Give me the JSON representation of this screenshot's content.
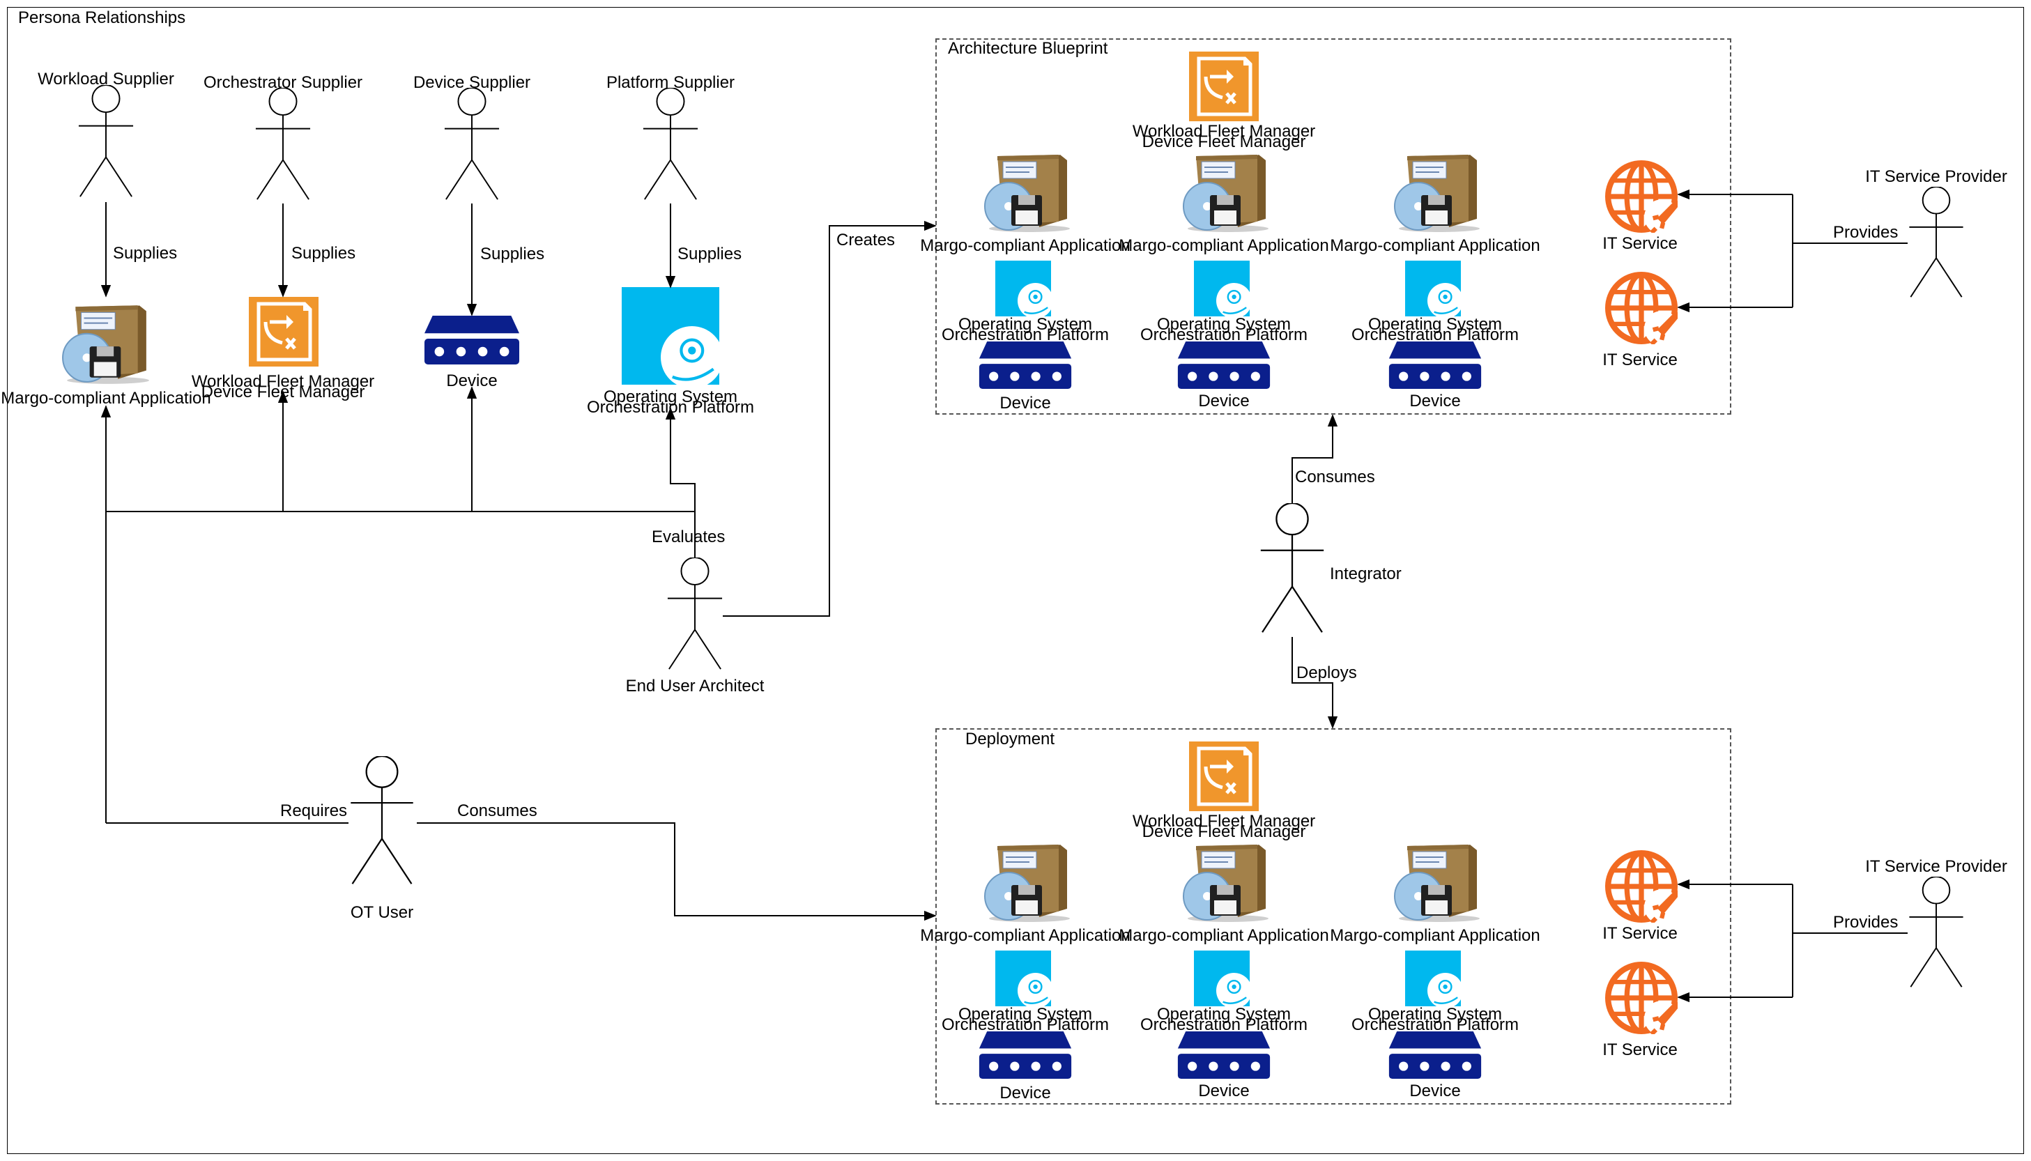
{
  "outer": {
    "title": "Persona Relationships"
  },
  "actors": {
    "workload_supplier": "Workload Supplier",
    "orchestrator_supplier": "Orchestrator Supplier",
    "device_supplier": "Device Supplier",
    "platform_supplier": "Platform Supplier",
    "end_user_architect": "End User Architect",
    "ot_user": "OT User",
    "integrator": "Integrator",
    "it_service_provider": "IT Service Provider"
  },
  "components": {
    "app": "Margo-compliant Application",
    "wfm_line1": "Workload Fleet Manager",
    "wfm_line2": "Device Fleet Manager",
    "device": "Device",
    "os_line1": "Operating System",
    "os_line2": "Orchestration Platform",
    "it_service": "IT Service"
  },
  "edges": {
    "supplies": "Supplies",
    "evaluates": "Evaluates",
    "creates": "Creates",
    "consumes": "Consumes",
    "requires": "Requires",
    "deploys": "Deploys",
    "provides": "Provides"
  },
  "groups": {
    "blueprint": "Architecture Blueprint",
    "deployment": "Deployment"
  },
  "colors": {
    "fleet_orange": "#f0962c",
    "device_navy": "#0b1f8c",
    "os_cyan": "#00b8ee",
    "it_orange": "#f26a21"
  },
  "icons": [
    "software-box-icon",
    "fleet-manager-icon",
    "device-icon",
    "os-platform-icon",
    "globe-rocket-icon",
    "stick-figure-icon"
  ]
}
